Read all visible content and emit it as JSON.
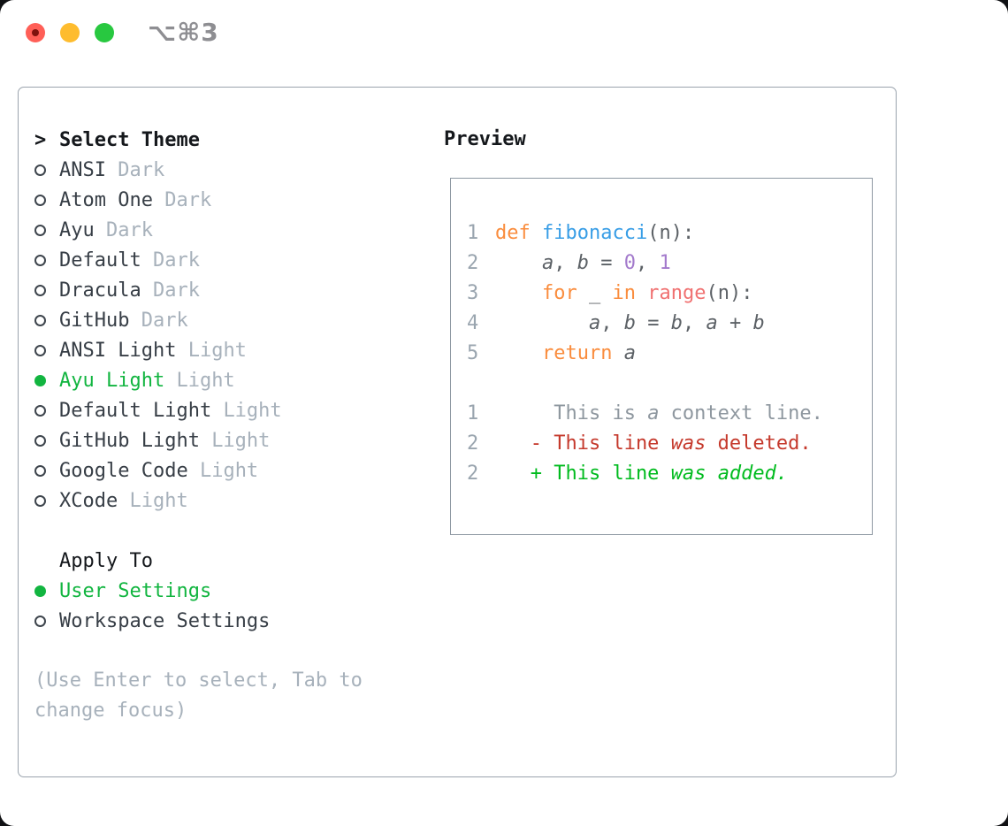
{
  "window": {
    "title": "⌥⌘3",
    "traffic_lights": [
      {
        "name": "close",
        "color": "#ff5f57",
        "dot": true,
        "dot_color": "#7e120d"
      },
      {
        "name": "minimize",
        "color": "#febc2e",
        "dot": false,
        "dot_color": ""
      },
      {
        "name": "zoom",
        "color": "#28c840",
        "dot": false,
        "dot_color": ""
      }
    ]
  },
  "theme_panel": {
    "prompt": ">",
    "heading": "Select Theme",
    "themes": [
      {
        "name": "ANSI",
        "variant": "Dark",
        "selected": false
      },
      {
        "name": "Atom One",
        "variant": "Dark",
        "selected": false
      },
      {
        "name": "Ayu",
        "variant": "Dark",
        "selected": false
      },
      {
        "name": "Default",
        "variant": "Dark",
        "selected": false
      },
      {
        "name": "Dracula",
        "variant": "Dark",
        "selected": false
      },
      {
        "name": "GitHub",
        "variant": "Dark",
        "selected": false
      },
      {
        "name": "ANSI Light",
        "variant": "Light",
        "selected": false
      },
      {
        "name": "Ayu Light",
        "variant": "Light",
        "selected": true
      },
      {
        "name": "Default Light",
        "variant": "Light",
        "selected": false
      },
      {
        "name": "GitHub Light",
        "variant": "Light",
        "selected": false
      },
      {
        "name": "Google Code",
        "variant": "Light",
        "selected": false
      },
      {
        "name": "XCode",
        "variant": "Light",
        "selected": false
      }
    ],
    "apply_to": {
      "heading": "Apply To",
      "options": [
        {
          "label": "User Settings",
          "selected": true
        },
        {
          "label": "Workspace Settings",
          "selected": false
        }
      ]
    },
    "hint": "(Use Enter to select, Tab to change focus)"
  },
  "preview": {
    "heading": "Preview",
    "code_lines": [
      {
        "num": "1",
        "segments": [
          {
            "text": "def",
            "color": "keyword"
          },
          {
            "text": " ",
            "color": "plain"
          },
          {
            "text": "fibonacci",
            "color": "function"
          },
          {
            "text": "(n):",
            "color": "plain"
          }
        ]
      },
      {
        "num": "2",
        "segments": [
          {
            "text": "    ",
            "color": "plain"
          },
          {
            "text": "a",
            "color": "variable",
            "italic": true
          },
          {
            "text": ", ",
            "color": "plain"
          },
          {
            "text": "b",
            "color": "variable",
            "italic": true
          },
          {
            "text": " = ",
            "color": "plain"
          },
          {
            "text": "0",
            "color": "number"
          },
          {
            "text": ", ",
            "color": "plain"
          },
          {
            "text": "1",
            "color": "number"
          }
        ]
      },
      {
        "num": "3",
        "segments": [
          {
            "text": "    ",
            "color": "plain"
          },
          {
            "text": "for",
            "color": "keyword"
          },
          {
            "text": " _ ",
            "color": "plain"
          },
          {
            "text": "in",
            "color": "keyword"
          },
          {
            "text": " ",
            "color": "plain"
          },
          {
            "text": "range",
            "color": "builtin"
          },
          {
            "text": "(n):",
            "color": "plain"
          }
        ]
      },
      {
        "num": "4",
        "segments": [
          {
            "text": "        ",
            "color": "plain"
          },
          {
            "text": "a",
            "color": "variable",
            "italic": true
          },
          {
            "text": ", ",
            "color": "plain"
          },
          {
            "text": "b",
            "color": "variable",
            "italic": true
          },
          {
            "text": " = ",
            "color": "plain"
          },
          {
            "text": "b",
            "color": "variable",
            "italic": true
          },
          {
            "text": ", ",
            "color": "plain"
          },
          {
            "text": "a",
            "color": "variable",
            "italic": true
          },
          {
            "text": " + ",
            "color": "plain"
          },
          {
            "text": "b",
            "color": "variable",
            "italic": true
          }
        ]
      },
      {
        "num": "5",
        "segments": [
          {
            "text": "    ",
            "color": "plain"
          },
          {
            "text": "return",
            "color": "keyword"
          },
          {
            "text": " ",
            "color": "plain"
          },
          {
            "text": "a",
            "color": "variable",
            "italic": true
          }
        ]
      }
    ],
    "diff_lines": [
      {
        "num": "1",
        "segments": [
          {
            "text": "     This is ",
            "color": "context"
          },
          {
            "text": "a",
            "color": "context",
            "italic": true
          },
          {
            "text": " context line.",
            "color": "context"
          }
        ]
      },
      {
        "num": "2",
        "segments": [
          {
            "text": "   - This line ",
            "color": "deleted"
          },
          {
            "text": "was",
            "color": "deleted",
            "italic": true
          },
          {
            "text": " deleted.",
            "color": "deleted"
          }
        ]
      },
      {
        "num": "2",
        "segments": [
          {
            "text": "   + This line ",
            "color": "added"
          },
          {
            "text": "was",
            "color": "added",
            "italic": true
          },
          {
            "text": " ",
            "color": "added"
          },
          {
            "text": "added.",
            "color": "added",
            "italic": true
          }
        ]
      }
    ]
  },
  "colors": {
    "ui": {
      "selection_green": "#12b540",
      "text_heading": "#15181c",
      "text_dark": "#373e46",
      "text_muted": "#a7b1bb",
      "panel_border": "#9aa3ad",
      "preview_border": "#8e98a2",
      "title_gray": "#8e8e92"
    },
    "syntax": {
      "keyword": "#fa8d3e",
      "function": "#399ee6",
      "builtin": "#f07171",
      "number": "#a37acc",
      "plain": "#5c6166",
      "variable": "#5c6166",
      "line_number": "#9aa5af",
      "context": "#8e979f",
      "deleted": "#c5392c",
      "added": "#00bb1e"
    }
  }
}
